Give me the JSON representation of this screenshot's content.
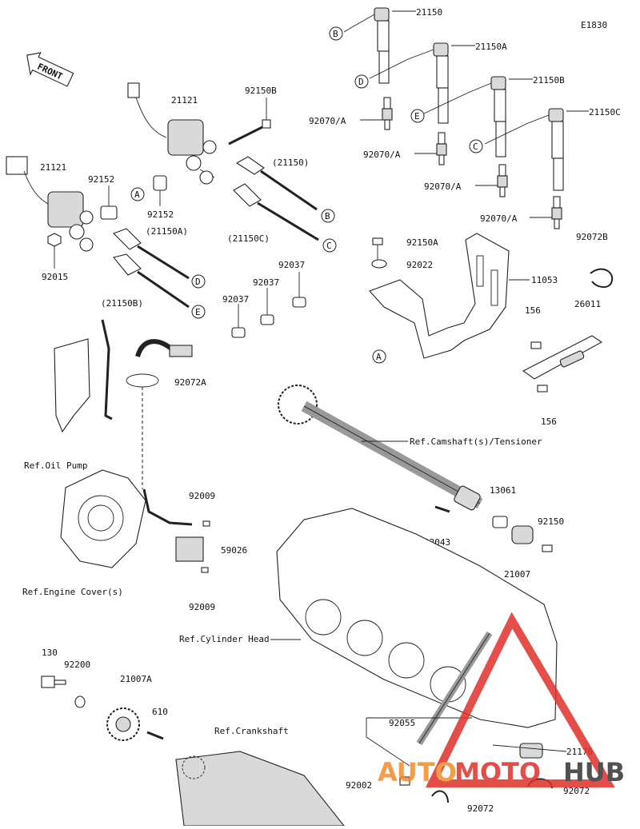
{
  "diagram_code": "E1830",
  "front_label": "FRONT",
  "part_numbers": {
    "p21150": "21150",
    "p21150A": "21150A",
    "p21150B": "21150B",
    "p21150C": "21150C",
    "p21150_ref": "(21150)",
    "p21150A_ref": "(21150A)",
    "p21150B_ref": "(21150B)",
    "p21150C_ref": "(21150C)",
    "p21121_a": "21121",
    "p21121_b": "21121",
    "p92150B": "92150B",
    "p92152_a": "92152",
    "p92152_b": "92152",
    "p92015": "92015",
    "p92070_1": "92070/A",
    "p92070_2": "92070/A",
    "p92070_3": "92070/A",
    "p92070_4": "92070/A",
    "p92072B": "92072B",
    "p92150A": "92150A",
    "p92022": "92022",
    "p11053": "11053",
    "p156_a": "156",
    "p156_b": "156",
    "p26011": "26011",
    "p92037_a": "92037",
    "p92037_b": "92037",
    "p92037_c": "92037",
    "p92072A": "92072A",
    "p92009_a": "92009",
    "p92009_b": "92009",
    "p59026": "59026",
    "p13061": "13061",
    "p92043": "92043",
    "p92150": "92150",
    "p21007": "21007",
    "p130": "130",
    "p92200": "92200",
    "p21007A": "21007A",
    "p610": "610",
    "p92055": "92055",
    "p21176": "21176",
    "p92002": "92002",
    "p92072_a": "92072",
    "p92072_b": "92072"
  },
  "references": {
    "oil_pump": "Ref.Oil Pump",
    "engine_cover": "Ref.Engine Cover(s)",
    "camshaft": "Ref.Camshaft(s)/Tensioner",
    "cylinder_head": "Ref.Cylinder Head",
    "crankshaft": "Ref.Crankshaft"
  },
  "callouts": {
    "a": "A",
    "b": "B",
    "c": "C",
    "d": "D",
    "e": "E"
  },
  "watermark": {
    "auto": "AUTO",
    "moto": "MOTO",
    "hub": "HUB",
    "color_orange": "#f28c28",
    "color_red": "#e0302a",
    "color_dark": "#333333"
  }
}
